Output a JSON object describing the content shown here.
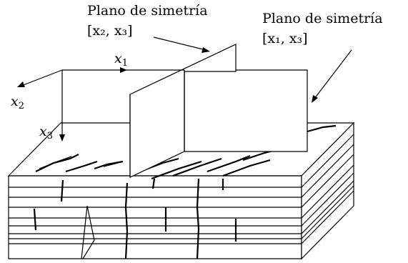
{
  "labels": {
    "plane_x2x3_title": "Plano de simetría",
    "plane_x2x3_bracket": "[x₂, x₃]",
    "plane_x1x3_title": "Plano de simetría",
    "plane_x1x3_bracket": "[x₁, x₃]",
    "axis_x1": "x",
    "axis_x1_sub": "1",
    "axis_x2": "x",
    "axis_x2_sub": "2",
    "axis_x3": "x",
    "axis_x3_sub": "3"
  }
}
